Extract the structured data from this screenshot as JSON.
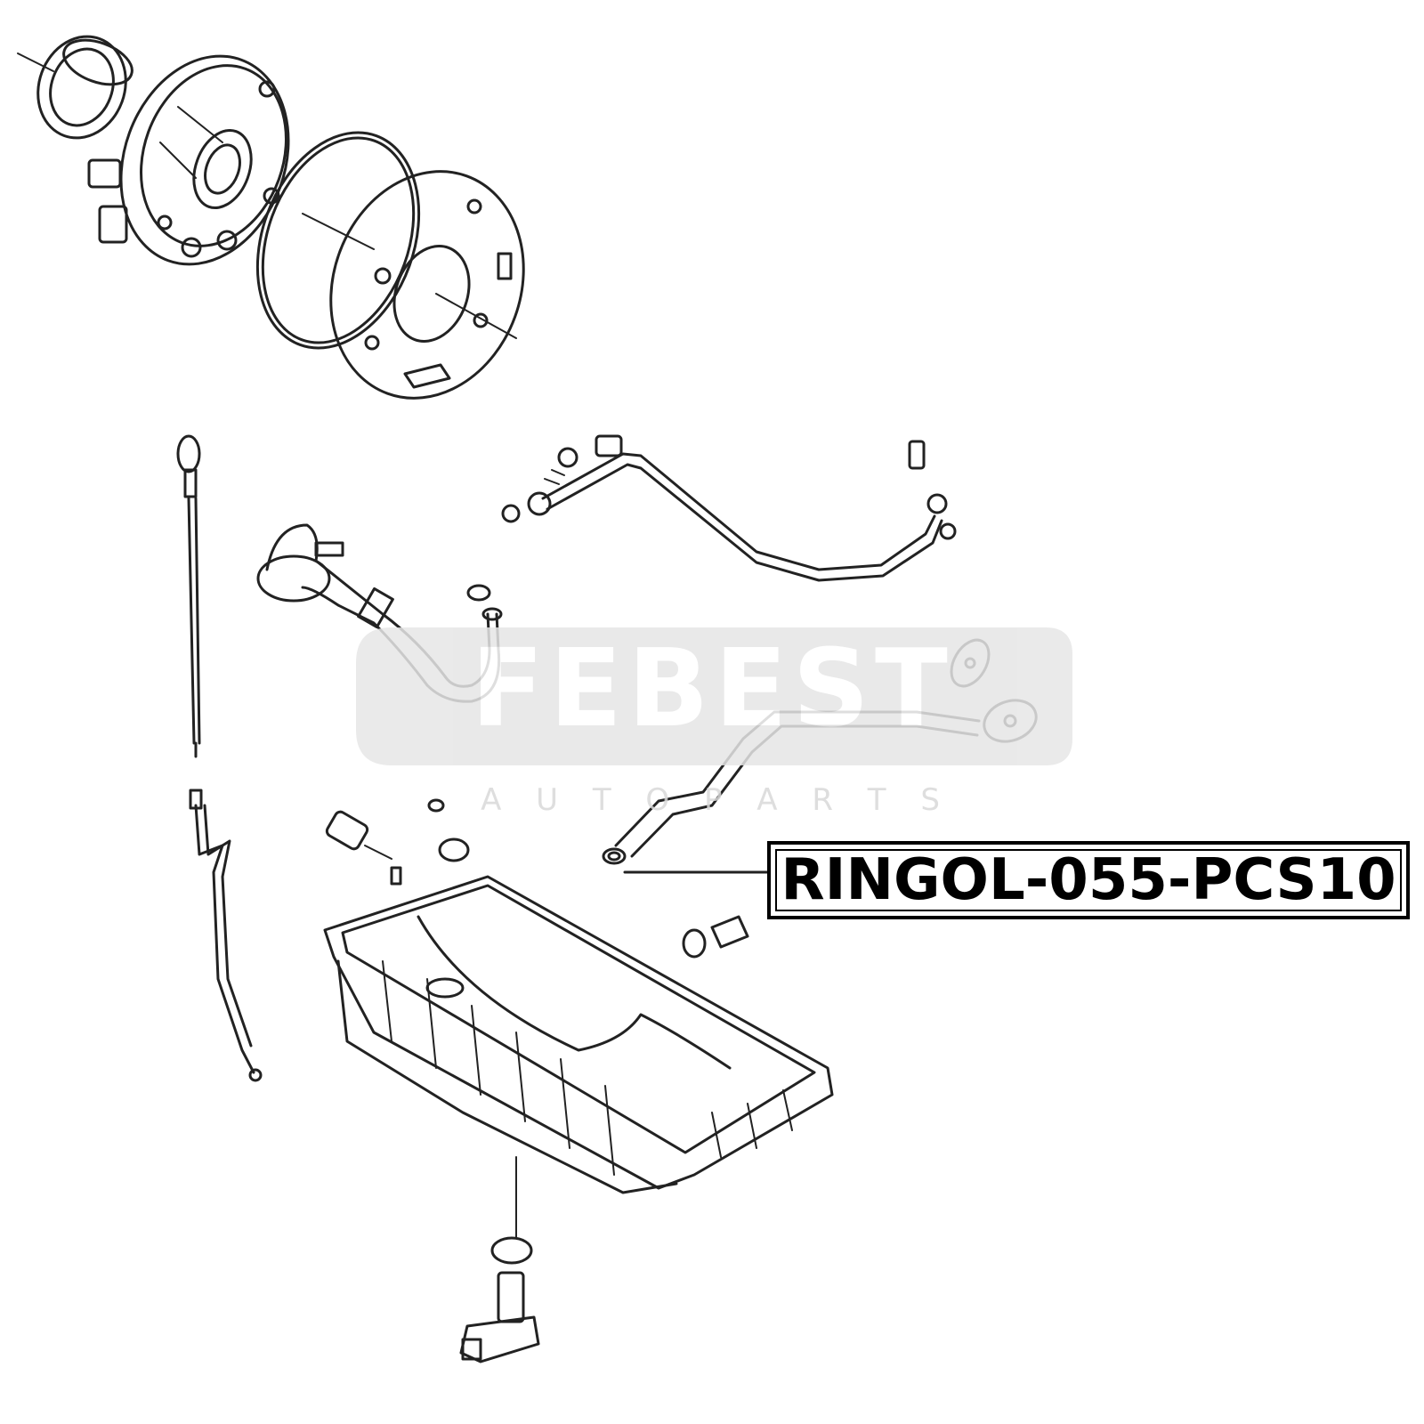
{
  "watermark": {
    "brand": "FEBEST",
    "subtitle": "A U T O P A R T S"
  },
  "callout": {
    "part_number": "RINGOL-055-PCS10"
  },
  "colors": {
    "line": "#222222",
    "watermark_fill": "#e6e6e6",
    "watermark_text": "#ffffff",
    "watermark_sub": "#d9d9d9"
  }
}
